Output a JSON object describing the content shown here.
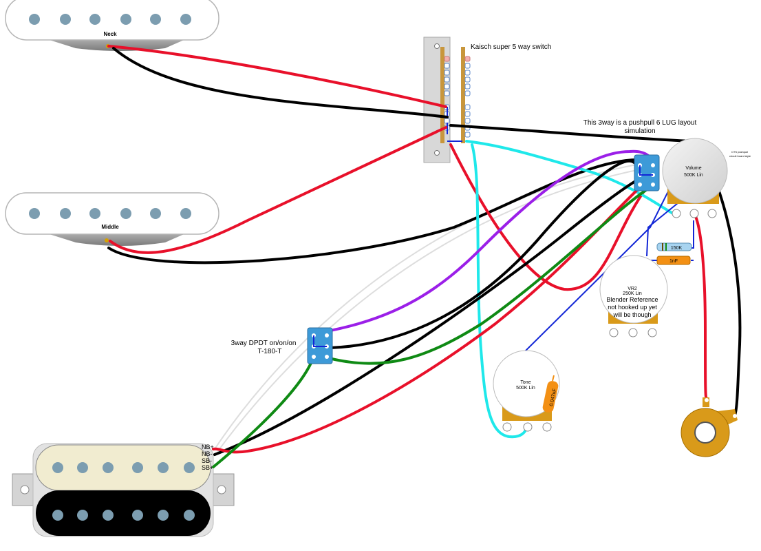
{
  "labels": {
    "neck": "Neck",
    "middle": "Middle",
    "switch5": "Kaisch super 5 way switch",
    "pushpull_line1": "This 3way is a pushpull 6 LUG layout",
    "pushpull_line2": "simulation",
    "cts_line1": "CTS pushpull",
    "cts_line2": "circuit board style",
    "volume_line1": "Volume",
    "volume_line2": "500K Lin",
    "res150k": "150K",
    "cap1nf": "1nF",
    "vr2_line1": "VR2",
    "vr2_line2": "250K Lin",
    "vr2_line3": "Blender Reference",
    "vr2_line4": "not hooked up yet",
    "vr2_line5": "will be though",
    "tone_line1": "Tone",
    "tone_line2": "500K Lin",
    "tone_cap": "0.047uF",
    "dpdt_line1": "3way DPDT on/on/on",
    "dpdt_line2": "T-180-T",
    "hb_nb_plus": "NB+",
    "hb_nb_minus": "NB-",
    "hb_sb_minus": "SB-",
    "hb_sb_plus": "SB+"
  },
  "colors": {
    "red": "#e8102a",
    "black": "#000000",
    "purple": "#9b1fe8",
    "cyan": "#1fe8ea",
    "green": "#0f8a14",
    "blue": "#1226d6",
    "pole": "#7c9db0",
    "pot_lug": "#d99a1a",
    "switch_body": "#d8d8d8",
    "dpdt_body": "#3d9ad8",
    "bobbin_cream": "#f1ecd0"
  }
}
